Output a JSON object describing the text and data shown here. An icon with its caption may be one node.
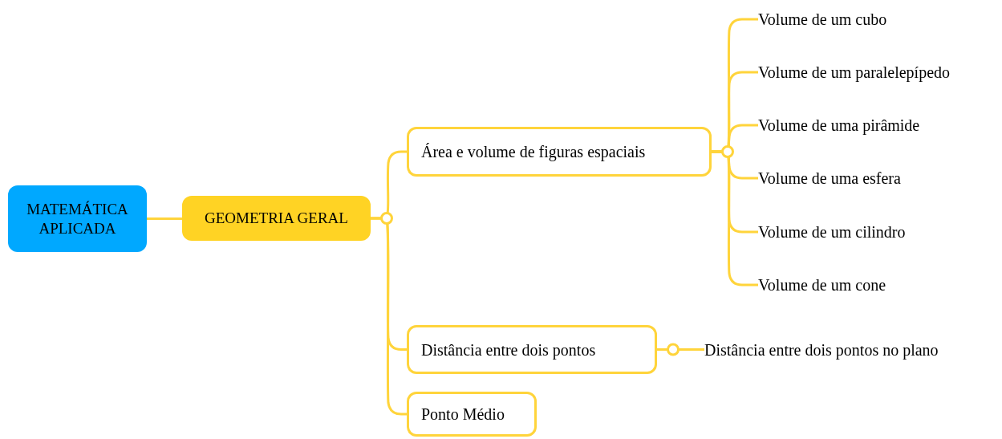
{
  "diagram": {
    "nodes": [
      {
        "text": [
          "MATEMÁTICA APLICADA"
        ]
      },
      {
        "text": [
          "GEOMETRIA GERAL"
        ]
      },
      {
        "text": [
          "Área e volume de figuras espaciais"
        ]
      },
      {
        "text": [
          "Volume de um cubo"
        ]
      },
      {
        "text": [
          "Volume de um paralelepípedo"
        ]
      },
      {
        "text": [
          "Volume de uma pirâmide"
        ]
      },
      {
        "text": [
          "Volume de uma esfera"
        ]
      },
      {
        "text": [
          "Volume de um cilindro"
        ]
      },
      {
        "text": [
          "Volume de um cone"
        ]
      },
      {
        "text": [
          "Distância entre dois pontos"
        ]
      },
      {
        "text": [
          "Distância entre dois pontos no plano"
        ]
      },
      {
        "text": [
          "Ponto Médio"
        ]
      }
    ],
    "edges": [
      {
        "from": 0,
        "to": 1,
        "arrow": "none"
      },
      {
        "from": 1,
        "to": 2,
        "arrow": "none"
      },
      {
        "from": 1,
        "to": 9,
        "arrow": "none"
      },
      {
        "from": 1,
        "to": 11,
        "arrow": "none"
      },
      {
        "from": 2,
        "to": 3,
        "arrow": "none"
      },
      {
        "from": 2,
        "to": 4,
        "arrow": "none"
      },
      {
        "from": 2,
        "to": 5,
        "arrow": "none"
      },
      {
        "from": 2,
        "to": 6,
        "arrow": "none"
      },
      {
        "from": 2,
        "to": 7,
        "arrow": "none"
      },
      {
        "from": 2,
        "to": 8,
        "arrow": "none"
      },
      {
        "from": 9,
        "to": 10,
        "arrow": "none"
      }
    ]
  }
}
